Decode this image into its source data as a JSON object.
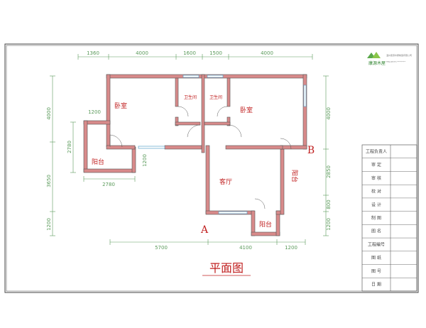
{
  "logo": {
    "company": "温州康源木屋制造有限公司",
    "brand": "康源木屋",
    "contact": "TEL:0577-********"
  },
  "title": "平面图",
  "axis_labels": {
    "a": "A",
    "b": "B"
  },
  "rooms": {
    "bedroom_left": "卧室",
    "bedroom_right": "卧室",
    "bath_left": "卫生间",
    "bath_right": "卫生间",
    "living": "客厅",
    "balcony_left": "阳台",
    "balcony_right": "阳台",
    "balcony_bottom": "阳台"
  },
  "dimensions": {
    "top": [
      "1360",
      "4000",
      "1600",
      "1500",
      "4000"
    ],
    "bottom": [
      "5700",
      "4100",
      "1200"
    ],
    "left": [
      "4000",
      "3650",
      "1200"
    ],
    "right": [
      "4000",
      "2850",
      "800",
      "1200"
    ],
    "balcony_left_top": "1200",
    "balcony_left_bottom": "2780",
    "balcony_left_side": "2780",
    "balcony_left_inner": "1200"
  },
  "title_block": [
    "工程负责人",
    "审 定",
    "审 核",
    "校 对",
    "设 计",
    "制 图",
    "图 名",
    "工程编号",
    "图 纸",
    "图 号",
    "日 期"
  ],
  "colors": {
    "wall": "#d88a8a",
    "wall_edge": "#555555",
    "dim": "#5a9a5a",
    "text": "#c02020"
  }
}
